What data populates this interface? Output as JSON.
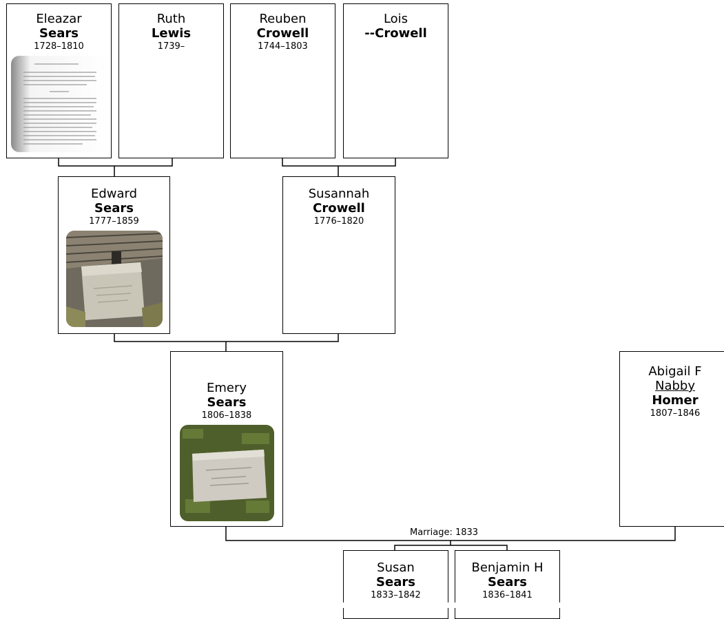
{
  "people": {
    "eleazar": {
      "given": "Eleazar",
      "surname": "Sears",
      "dates": "1728–1810"
    },
    "ruth": {
      "given": "Ruth",
      "surname": "Lewis",
      "dates": "1739–"
    },
    "reuben": {
      "given": "Reuben",
      "surname": "Crowell",
      "dates": "1744–1803"
    },
    "lois": {
      "given": "Lois",
      "surname": "--Crowell",
      "dates": ""
    },
    "edward": {
      "given": "Edward",
      "surname": "Sears",
      "dates": "1777–1859"
    },
    "susannah": {
      "given": "Susannah",
      "surname": "Crowell",
      "dates": "1776–1820"
    },
    "emery": {
      "given": "Emery",
      "surname": "Sears",
      "dates": "1806–1838"
    },
    "abigail": {
      "given": "Abigail F",
      "nickname": "Nabby",
      "surname": "Homer",
      "dates": "1807–1846"
    },
    "susan": {
      "given": "Susan",
      "surname": "Sears",
      "dates": "1833–1842"
    },
    "benjamin": {
      "given": "Benjamin H",
      "surname": "Sears",
      "dates": "1836–1841"
    }
  },
  "marriage": {
    "label": "Marriage: 1833"
  }
}
